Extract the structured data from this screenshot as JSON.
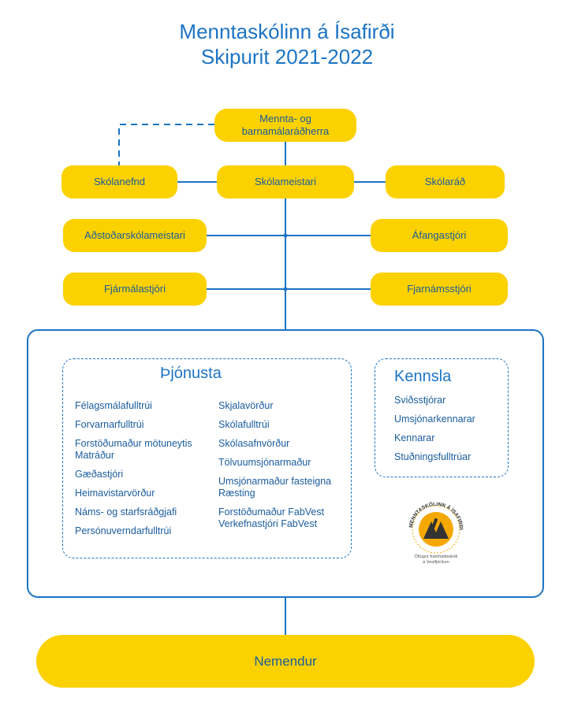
{
  "title": {
    "line1": "Menntaskólinn á Ísafirði",
    "line2": "Skipurit 2021-2022"
  },
  "nodes": {
    "minister_line1": "Mennta- og",
    "minister_line2": "barnamálaráðherra",
    "board": "Skólanefnd",
    "headmaster": "Skólameistari",
    "council": "Skólaráð",
    "deputy": "Aðstoðarskólameistari",
    "course_director": "Áfangastjóri",
    "finance_director": "Fjármálastjóri",
    "academic_director": "Fjarnámsstjóri",
    "students": "Nemendur"
  },
  "service": {
    "heading": "Þjónusta",
    "col1": [
      [
        "Félagsmálafulltrúi"
      ],
      [
        "Forvarnarfulltrúi"
      ],
      [
        "Forstöðumaður mötuneytis",
        "Matráður"
      ],
      [
        "Gæðastjóri"
      ],
      [
        "Heimavistarvörður"
      ],
      [
        "Náms- og starfsráðgjafi"
      ],
      [
        "Persónuverndarfulltrúi"
      ]
    ],
    "col2": [
      [
        "Skjalavörður"
      ],
      [
        "Skólafulltrúi"
      ],
      [
        "Skólasafnvörður"
      ],
      [
        "Tölvuumsjónarmaður"
      ],
      [
        "Umsjónarmaður fasteigna",
        "Ræsting"
      ],
      [
        "Forstöðumaður FabVest",
        "Verkefnastjóri FabVest"
      ]
    ]
  },
  "teaching": {
    "heading": "Kennsla",
    "items": [
      "Sviðsstjórar",
      "Umsjónarkennarar",
      "Kennarar",
      "Stuðningsfulltrúar"
    ]
  },
  "logo": {
    "arc_text": "MENNTASKÓLINN Á ÍSAFIRÐI",
    "tagline1": "Öflugur framhaldsskóli",
    "tagline2": "á Vestfjörðum",
    "colors": {
      "sun": "#f5a800",
      "letters": "#333333"
    }
  },
  "colors": {
    "accent": "#fcd100",
    "line": "#1c74c4",
    "text": "#1a5c9e"
  }
}
